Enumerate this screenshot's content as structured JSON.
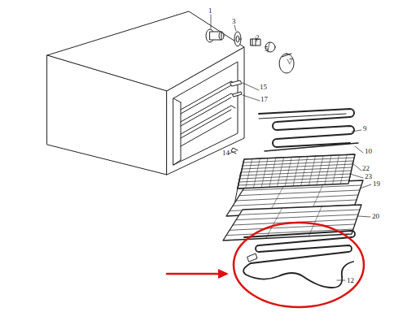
{
  "diagram": {
    "labels": [
      "1",
      "3",
      "2",
      "5",
      "7",
      "15",
      "17",
      "14",
      "9",
      "10",
      "22",
      "23",
      "19",
      "20",
      "12"
    ]
  }
}
